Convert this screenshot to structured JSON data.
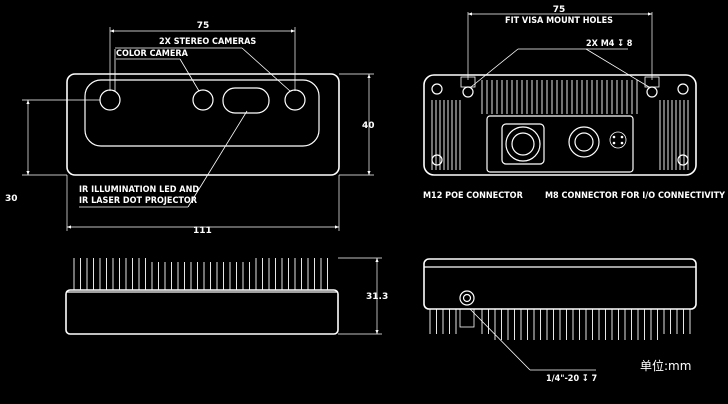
{
  "front_view": {
    "dim_width_top": "75",
    "label_stereo": "2X STEREO CAMERAS",
    "label_color": "COLOR CAMERA",
    "dim_height": "40",
    "dim_offset": "30",
    "label_ir_line1": "IR ILLUMINATION LED AND",
    "label_ir_line2": "IR LASER DOT PROJECTOR",
    "dim_width_overall": "111"
  },
  "back_view": {
    "dim_vesa": "75",
    "label_vesa": "FIT VISA MOUNT HOLES",
    "label_holes": "2X M4 ↧ 8",
    "label_m12": "M12 POE CONNECTOR",
    "label_m8": "M8 CONNECTOR FOR I/O CONNECTIVITY"
  },
  "side_view": {
    "dim_depth": "31.3"
  },
  "bottom_view": {
    "label_tripod": "1/4\"-20 ↧ 7"
  },
  "unit_label": "单位:mm"
}
